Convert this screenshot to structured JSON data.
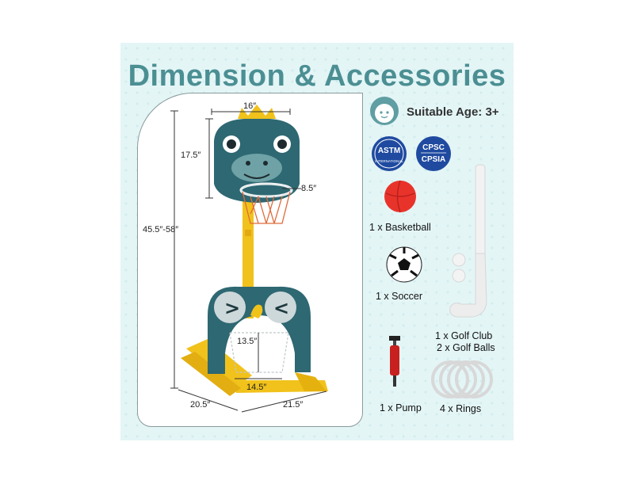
{
  "title": "Dimension & Accessories",
  "age": {
    "label": "Suitable Age: 3+",
    "icon": "child-face-icon"
  },
  "certifications": {
    "astm": {
      "main": "ASTM",
      "sub": "INTERNATIONAL"
    },
    "cpsc": {
      "top": "CPSC",
      "bottom": "CPSIA"
    }
  },
  "dimensions": {
    "board_width": "16″",
    "board_height": "17.5″",
    "rim": "8.5″",
    "total_height": "45.5″-58″",
    "goal_height": "13.5″",
    "goal_width": "14.5″",
    "base_depth": "20.5″",
    "base_width": "21.5″"
  },
  "accessories": {
    "basketball": "1 x Basketball",
    "soccer": "1 x Soccer",
    "golf_line1": "1 x Golf Club",
    "golf_line2": "2 x Golf Balls",
    "pump": "1 x Pump",
    "rings": "4 x Rings"
  },
  "colors": {
    "teal": "#2e6872",
    "yellow": "#f1c21b",
    "title": "#4b8f93",
    "background": "#e4f5f6",
    "ball_red": "#e8332b"
  }
}
